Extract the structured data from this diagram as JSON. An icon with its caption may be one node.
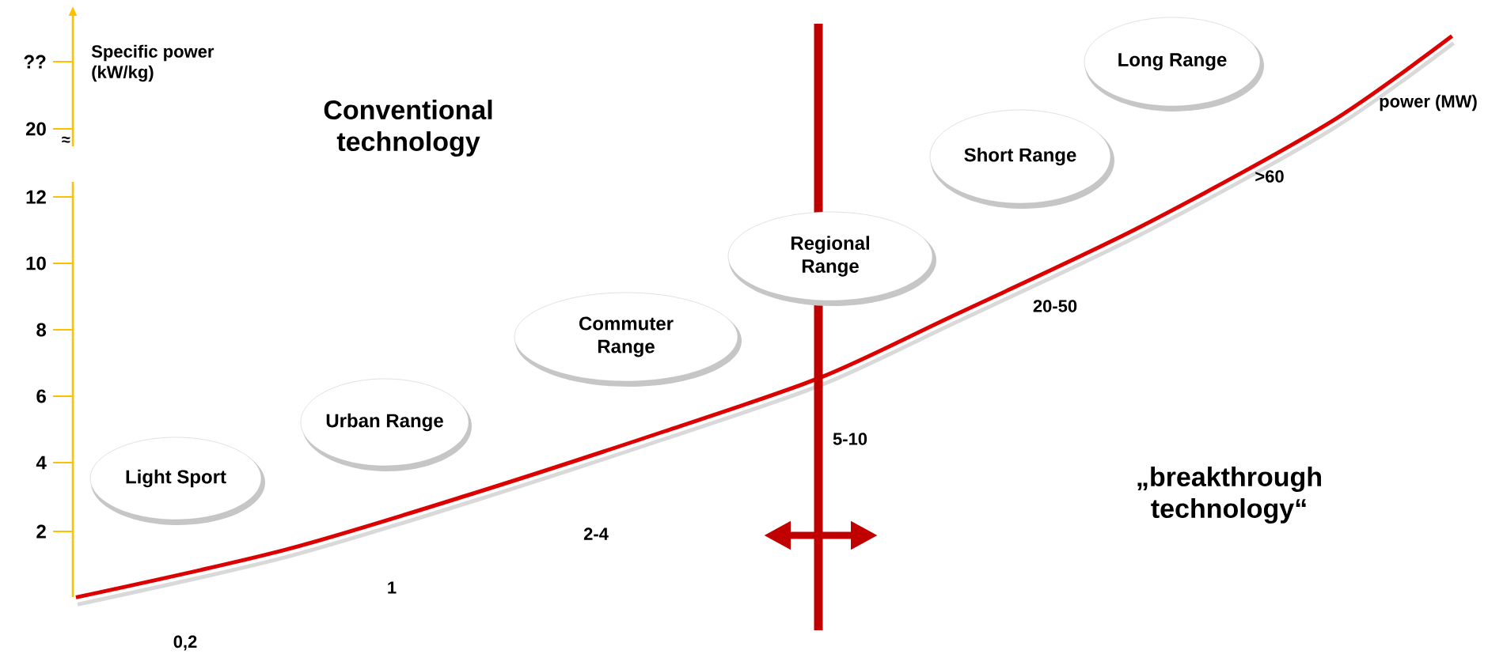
{
  "diagram": {
    "nodes": [
      {
        "text": [
          "Long Range"
        ]
      },
      {
        "text": [
          "Short Range"
        ]
      },
      {
        "text": [
          "Regional Range"
        ]
      },
      {
        "text": [
          "Commuter Range"
        ]
      },
      {
        "text": [
          "Urban Range"
        ]
      },
      {
        "text": [
          "Light Sport"
        ]
      }
    ],
    "edges": [],
    "labels": [
      "Specific power (kW/kg)",
      "??",
      "power (MW)",
      "20",
      "≈",
      "Conventional technology",
      ">60",
      "12",
      "10",
      "20-50",
      "8",
      "6",
      "5-10",
      "4",
      "„breakthrough technology“",
      "2",
      "2-4",
      "1",
      "0,2"
    ]
  }
}
